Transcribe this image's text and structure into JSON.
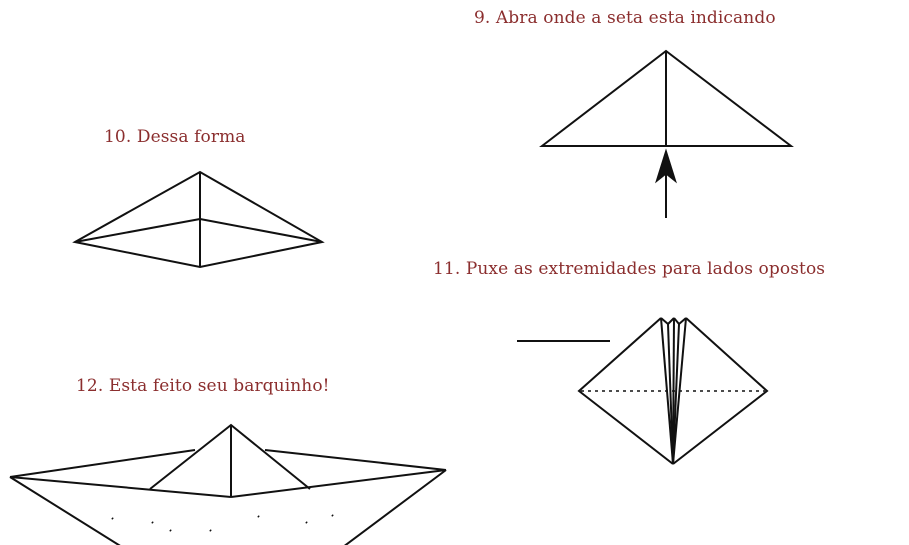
{
  "steps": [
    {
      "id": "9",
      "caption": "9. Abra onde a seta esta indicando"
    },
    {
      "id": "10",
      "caption": "10. Dessa forma"
    },
    {
      "id": "11",
      "caption": "11. Puxe as extremidades para lados opostos"
    },
    {
      "id": "12",
      "caption": "12. Esta feito seu barquinho!"
    }
  ],
  "colors": {
    "caption": "#8b2e2e",
    "line": "#111111",
    "background": "#ffffff"
  }
}
